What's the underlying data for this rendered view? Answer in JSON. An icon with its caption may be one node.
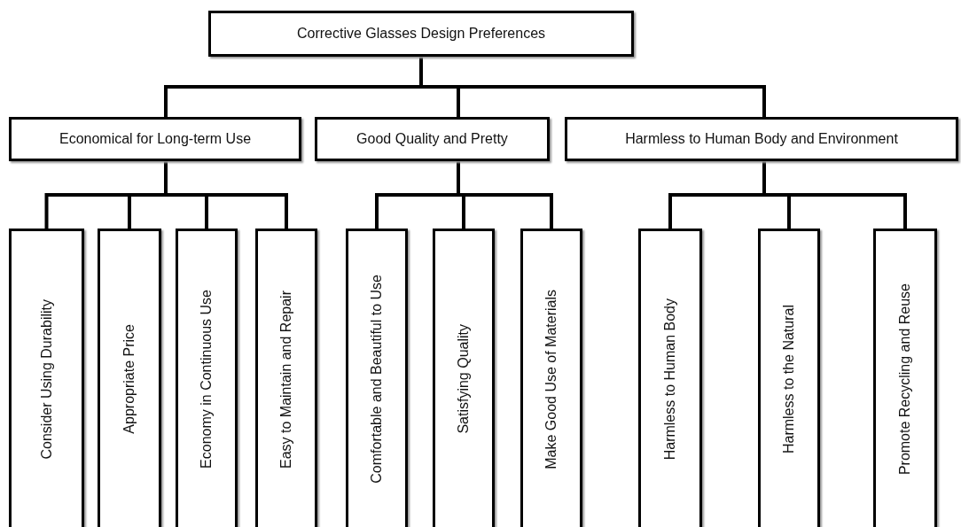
{
  "diagram": {
    "nodes": [
      {
        "text": [
          "Corrective Glasses Design Preferences"
        ]
      },
      {
        "text": [
          "Economical for Long-term Use"
        ]
      },
      {
        "text": [
          "Good Quality and Pretty"
        ]
      },
      {
        "text": [
          "Harmless to Human Body and Environment"
        ]
      },
      {
        "text": [
          "Consider Using Durability"
        ]
      },
      {
        "text": [
          "Appropriate Price"
        ]
      },
      {
        "text": [
          "Economy in Continuous Use"
        ]
      },
      {
        "text": [
          "Easy to Maintain and Repair"
        ]
      },
      {
        "text": [
          "Comfortable and Beautiful to Use"
        ]
      },
      {
        "text": [
          "Satisfying Quality"
        ]
      },
      {
        "text": [
          "Make Good Use of Materials"
        ]
      },
      {
        "text": [
          "Harmless to Human Body"
        ]
      },
      {
        "text": [
          "Harmless to the Natural"
        ]
      },
      {
        "text": [
          "Promote Recycling and Reuse"
        ]
      }
    ],
    "edges": [
      {
        "from": 0,
        "to": 1,
        "arrow": "none"
      },
      {
        "from": 0,
        "to": 2,
        "arrow": "none"
      },
      {
        "from": 0,
        "to": 3,
        "arrow": "none"
      },
      {
        "from": 1,
        "to": 4,
        "arrow": "none"
      },
      {
        "from": 1,
        "to": 5,
        "arrow": "none"
      },
      {
        "from": 1,
        "to": 6,
        "arrow": "none"
      },
      {
        "from": 1,
        "to": 7,
        "arrow": "none"
      },
      {
        "from": 2,
        "to": 8,
        "arrow": "none"
      },
      {
        "from": 2,
        "to": 9,
        "arrow": "none"
      },
      {
        "from": 2,
        "to": 10,
        "arrow": "none"
      },
      {
        "from": 3,
        "to": 11,
        "arrow": "none"
      },
      {
        "from": 3,
        "to": 12,
        "arrow": "none"
      },
      {
        "from": 3,
        "to": 13,
        "arrow": "none"
      }
    ]
  }
}
